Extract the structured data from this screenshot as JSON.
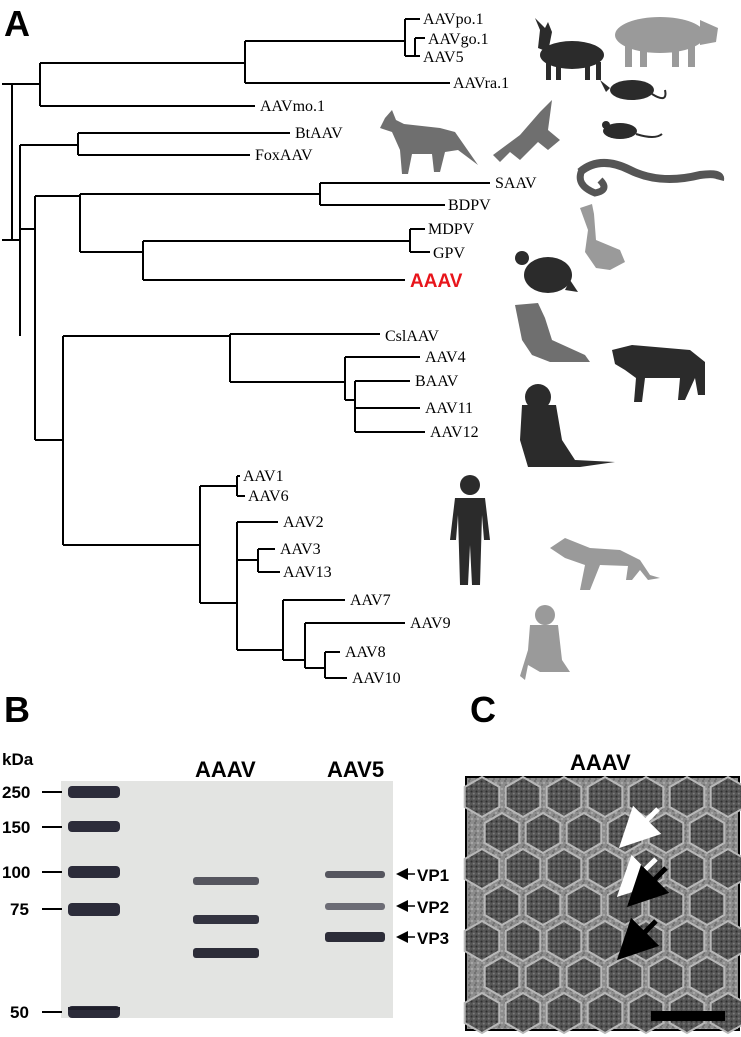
{
  "panels": {
    "a": "A",
    "b": "B",
    "c": "C"
  },
  "tree": {
    "highlight_color": "#e8151b",
    "leaves": [
      {
        "id": "po1",
        "label": "AAVpo.1"
      },
      {
        "id": "go1",
        "label": "AAVgo.1"
      },
      {
        "id": "aav5",
        "label": "AAV5"
      },
      {
        "id": "ra1",
        "label": "AAVra.1"
      },
      {
        "id": "mo1",
        "label": "AAVmo.1"
      },
      {
        "id": "bt",
        "label": "BtAAV"
      },
      {
        "id": "fox",
        "label": "FoxAAV"
      },
      {
        "id": "saav",
        "label": "SAAV"
      },
      {
        "id": "bdpv",
        "label": "BDPV"
      },
      {
        "id": "mdpv",
        "label": "MDPV"
      },
      {
        "id": "gpv",
        "label": "GPV"
      },
      {
        "id": "aaav",
        "label": "AAAV",
        "highlight": true
      },
      {
        "id": "csl",
        "label": "CslAAV"
      },
      {
        "id": "aav4",
        "label": "AAV4"
      },
      {
        "id": "baav",
        "label": "BAAV"
      },
      {
        "id": "aav11",
        "label": "AAV11"
      },
      {
        "id": "aav12",
        "label": "AAV12"
      },
      {
        "id": "aav1",
        "label": "AAV1"
      },
      {
        "id": "aav6",
        "label": "AAV6"
      },
      {
        "id": "aav2",
        "label": "AAV2"
      },
      {
        "id": "aav3",
        "label": "AAV3"
      },
      {
        "id": "aav13",
        "label": "AAV13"
      },
      {
        "id": "aav7",
        "label": "AAV7"
      },
      {
        "id": "aav9",
        "label": "AAV9"
      },
      {
        "id": "aav8",
        "label": "AAV8"
      },
      {
        "id": "aav10",
        "label": "AAV10"
      }
    ],
    "animals": [
      "pig-icon",
      "goat-icon",
      "rat-icon",
      "mouse-icon",
      "fox-icon",
      "bat-icon",
      "snake-icon",
      "goose-icon",
      "quail-icon",
      "sea-lion-icon",
      "cow-icon",
      "macaque-icon",
      "human-icon",
      "monkey-icon",
      "small-monkey-icon"
    ]
  },
  "gel": {
    "unit": "kDa",
    "lanes": [
      "AAAV",
      "AAV5"
    ],
    "markers": [
      "250",
      "150",
      "100",
      "75",
      "50"
    ],
    "vp_labels": [
      "VP1",
      "VP2",
      "VP3"
    ]
  },
  "em": {
    "title": "AAAV",
    "arrows": [
      {
        "color": "#ffffff"
      },
      {
        "color": "#ffffff"
      },
      {
        "color": "#000000"
      },
      {
        "color": "#000000"
      }
    ]
  }
}
